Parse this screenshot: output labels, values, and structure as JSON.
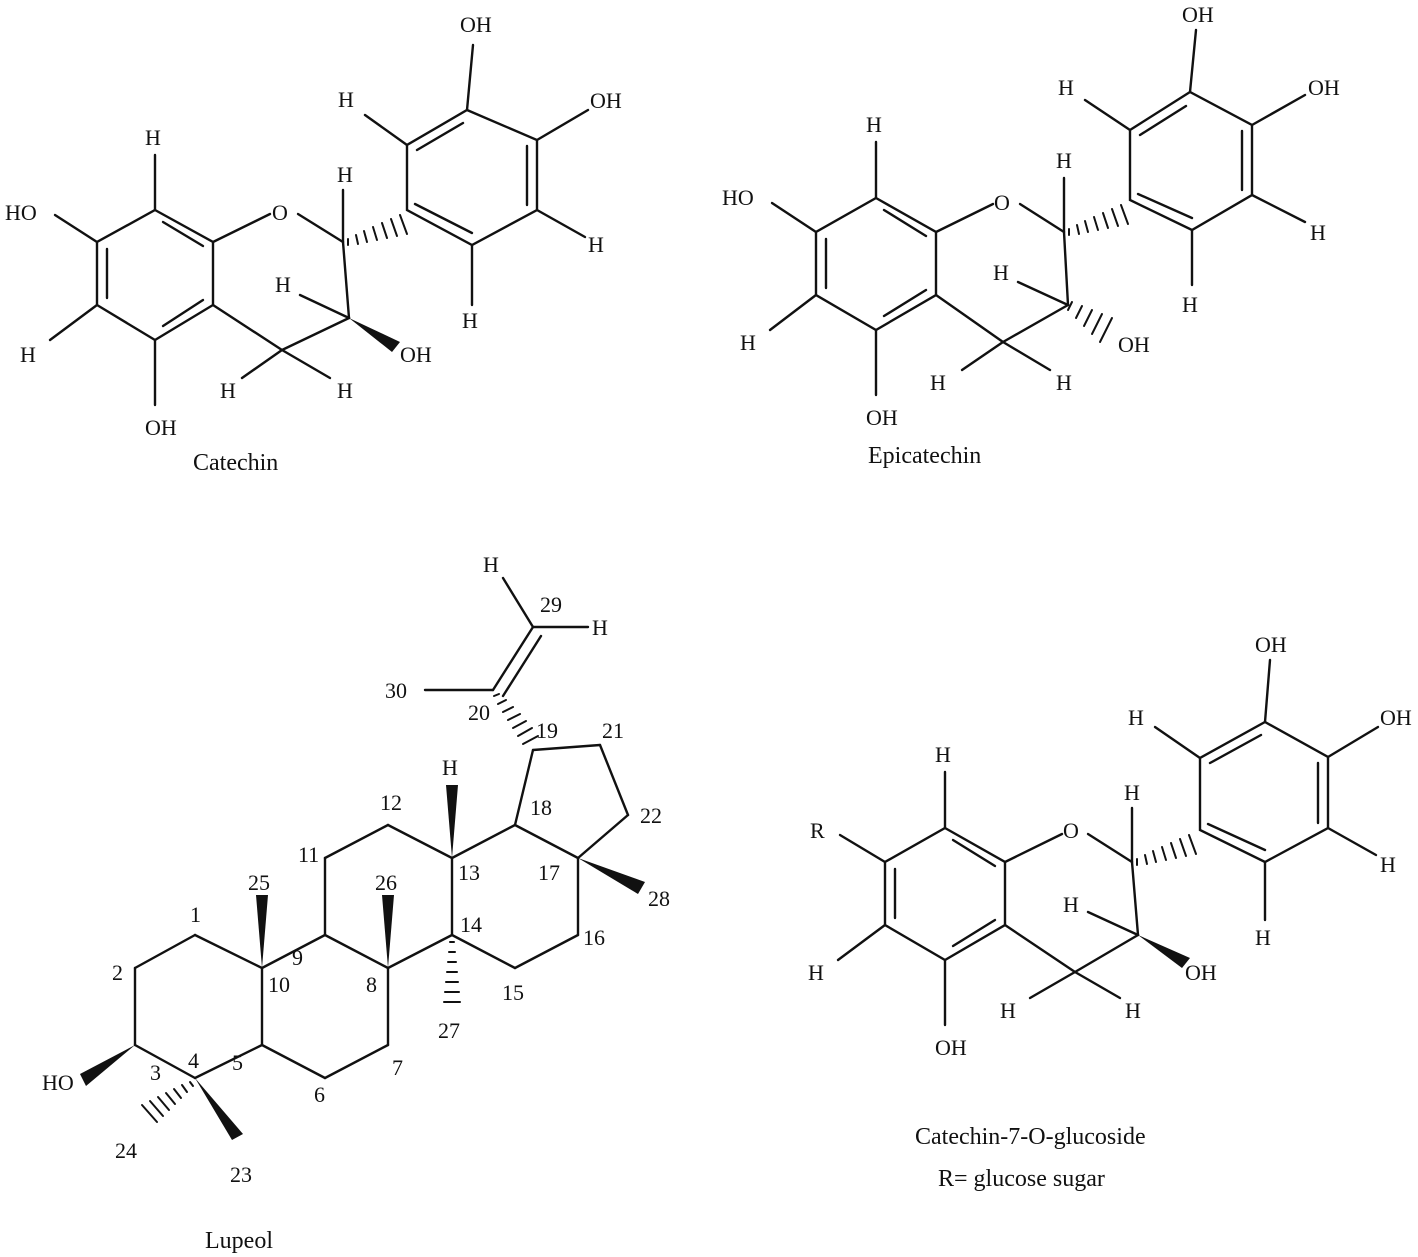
{
  "molecules": {
    "catechin": {
      "name": "Catechin"
    },
    "epicatechin": {
      "name": "Epicatechin"
    },
    "lupeol": {
      "name": "Lupeol"
    },
    "glucoside": {
      "name": "Catechin-7-O-glucoside",
      "note": "R= glucose sugar"
    }
  },
  "atoms": {
    "OH": "OH",
    "HO": "HO",
    "H": "H",
    "O": "O",
    "R": "R"
  },
  "lupeol_numbers": [
    "1",
    "2",
    "3",
    "4",
    "5",
    "6",
    "7",
    "8",
    "9",
    "10",
    "11",
    "12",
    "13",
    "14",
    "15",
    "16",
    "17",
    "18",
    "19",
    "20",
    "21",
    "22",
    "23",
    "24",
    "25",
    "26",
    "27",
    "28",
    "29",
    "30"
  ]
}
